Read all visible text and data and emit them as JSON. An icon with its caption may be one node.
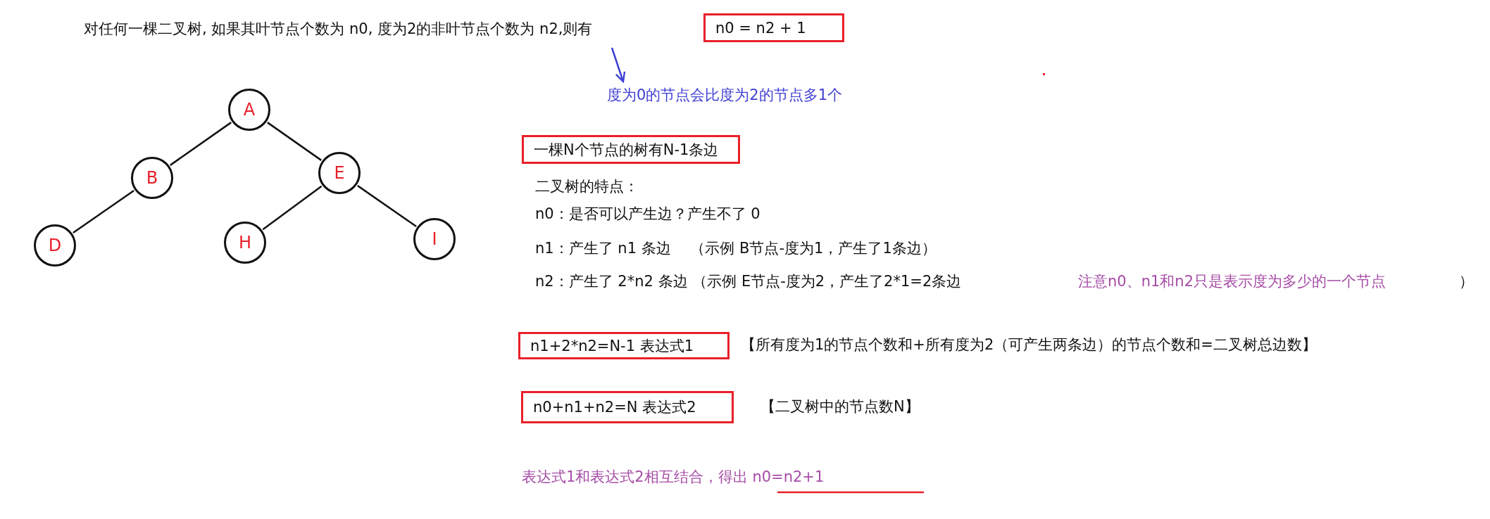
{
  "diagram": {
    "nodes": [
      {
        "text": [
          "A"
        ]
      },
      {
        "text": [
          "B"
        ]
      },
      {
        "text": [
          "E"
        ]
      },
      {
        "text": [
          "D"
        ]
      },
      {
        "text": [
          "H"
        ]
      },
      {
        "text": [
          "I"
        ]
      },
      {
        "text": [
          "n0 = n2 + 1"
        ]
      },
      {
        "text": [
          "度为0的节点会比度为2的节点多1个"
        ]
      },
      {
        "text": [
          "一棵N个节点的树有N-1条边"
        ]
      },
      {
        "text": [
          "n1+2*n2=N-1  表达式1"
        ]
      },
      {
        "text": [
          "n0+n1+n2=N  表达式2"
        ]
      }
    ],
    "edges": [
      {
        "from": 0,
        "to": 1,
        "arrow": "none"
      },
      {
        "from": 0,
        "to": 2,
        "arrow": "none"
      },
      {
        "from": 1,
        "to": 3,
        "arrow": "none"
      },
      {
        "from": 2,
        "to": 4,
        "arrow": "none"
      },
      {
        "from": 2,
        "to": 5,
        "arrow": "none"
      },
      {
        "from": null,
        "to": 7,
        "arrow": "to",
        "color": "#3f3fd4"
      }
    ],
    "labels": [
      "对任何一棵二叉树, 如果其叶节点个数为 n0, 度为2的非叶节点个数为 n2,则有",
      "二叉树的特点：",
      "n0：是否可以产生边？产生不了  0",
      "n1：产生了 n1 条边　 （示例 B节点-度为1，产生了1条边）",
      "n2：产生了 2*n2 条边 （示例 E节点-度为2，产生了2*1=2条边",
      "注意n0、n1和n2只是表示度为多少的一个节点",
      "）",
      "【所有度为1的节点个数和+所有度为2（可产生两条边）的节点个数和=二叉树总边数】",
      "【二叉树中的节点数N】",
      "表达式1和表达式2相互结合，得出 n0=n2+1"
    ]
  }
}
